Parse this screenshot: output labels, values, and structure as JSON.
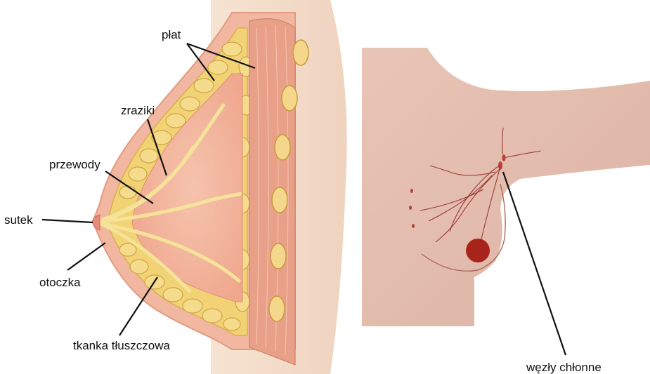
{
  "labels": {
    "plat": "płat",
    "zraziki": "zraziki",
    "przewody": "przewody",
    "sutek": "sutek",
    "otoczka": "otoczka",
    "tkanka": "tkanka tłuszczowa",
    "wezly": "węzły chłonne"
  },
  "colors": {
    "skin": "#f1d6c3",
    "armpit_skin": "#e9c7b9",
    "fat": "#f3d97a",
    "glandular": "#f4b39b",
    "muscle": "#e8a48b",
    "tumor": "#a8241b",
    "vessel": "#9b3a34",
    "leader": "#111111"
  }
}
